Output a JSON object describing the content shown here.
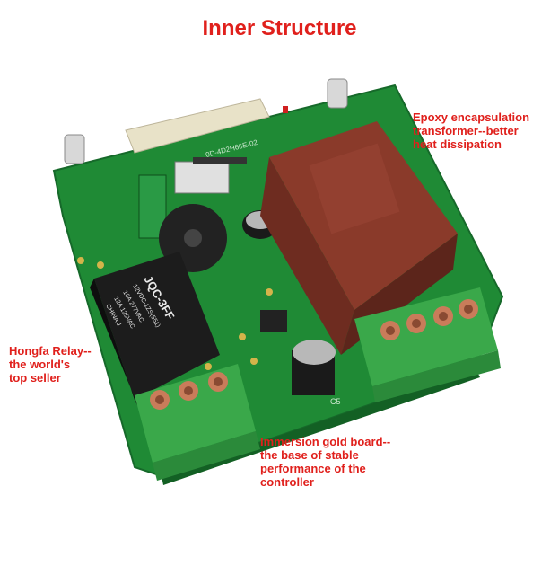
{
  "title": "Inner Structure",
  "annotations": {
    "transformer": "Epoxy encapsulation\ntransformer--better\nheat dissipation",
    "relay": "Hongfa Relay--\nthe world's\ntop seller",
    "board": "Immersion gold board--\nthe base of stable\nperformance of the\ncontroller"
  },
  "relay_label": {
    "model": "JQC-3FF",
    "spec1": "12VDC-1ZS(551)",
    "spec2": "10A 277VAC",
    "spec3": "12A 125VAC",
    "origin": "CHINA   J"
  },
  "pcb_marks": {
    "board_code": "0D-4D2H66E-02",
    "cap_label": "C5"
  },
  "colors": {
    "text_red": "#e0201c",
    "pcb_green": "#1f8a35",
    "transformer_brown": "#8a3a2a",
    "terminal_green": "#3aa84a",
    "relay_black": "#1c1c1c"
  }
}
